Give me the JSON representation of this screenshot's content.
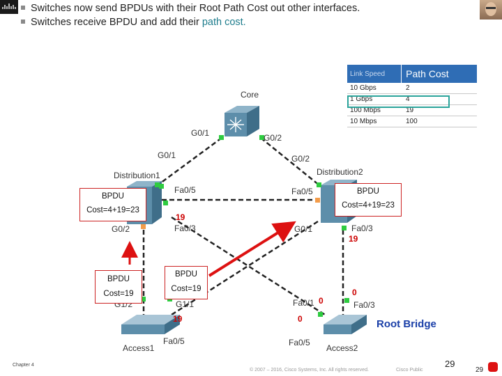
{
  "slide": {
    "bullets": [
      "Switches now send BPDUs with their Root Path Cost out other interfaces.",
      "Switches receive BPDU and add their "
    ],
    "bullet2_highlight": "path cost.",
    "chapter": "Chapter 4",
    "copyright": "© 2007 – 2016, Cisco Systems, Inc. All rights reserved.",
    "cisco_public": "Cisco Public",
    "page_number": "29",
    "page_number_corner": "29"
  },
  "cost_table": {
    "header_speed": "Link Speed",
    "header_cost": "Path Cost",
    "rows": [
      {
        "speed": "10 Gbps",
        "cost": "2"
      },
      {
        "speed": "1 Gbps",
        "cost": "4"
      },
      {
        "speed": "100 Mbps",
        "cost": "19"
      },
      {
        "speed": "10 Mbps",
        "cost": "100"
      }
    ]
  },
  "devices": {
    "core": "Core",
    "distribution1": "Distribution1",
    "distribution2": "Distribution2",
    "access1": "Access1",
    "access2": "Access2",
    "root_bridge": "Root Bridge"
  },
  "ports": {
    "core_g01": "G0/1",
    "core_g02": "G0/2",
    "d1_g01": "G0/1",
    "d1_fa05": "Fa0/5",
    "d1_fa03": "Fa0/3",
    "d1_g02": "G0/2",
    "d2_g02": "G0/2",
    "d2_fa05": "Fa0/5",
    "d2_g01": "G0/1",
    "d2_fa03": "Fa0/3",
    "a1_g12": "G1/2",
    "a1_g11": "G1/1",
    "a1_fa05": "Fa0/5",
    "a2_fa01": "Fa0/1",
    "a2_fa03": "Fa0/3",
    "a2_fa05": "Fa0/5"
  },
  "costs": {
    "d1_fa03": "19",
    "d2_fa03": "19",
    "a1_g11": "19",
    "a2_fa01_top": "0",
    "a2_fa01_bottom": "0",
    "a2_fa03": "0"
  },
  "bpdu_boxes": {
    "d1": {
      "title": "BPDU",
      "cost": "Cost=4+19=23"
    },
    "d2": {
      "title": "BPDU",
      "cost": "Cost=4+19=23"
    },
    "a1_left": {
      "title": "BPDU",
      "cost": "Cost=19"
    },
    "a1_right": {
      "title": "BPDU",
      "cost": "Cost=19"
    }
  },
  "colors": {
    "port_forwarding": "#2ecc40",
    "port_root": "#f39c4a",
    "bpdu_arrow": "#dd1111",
    "highlight": "#1d7c8c"
  }
}
